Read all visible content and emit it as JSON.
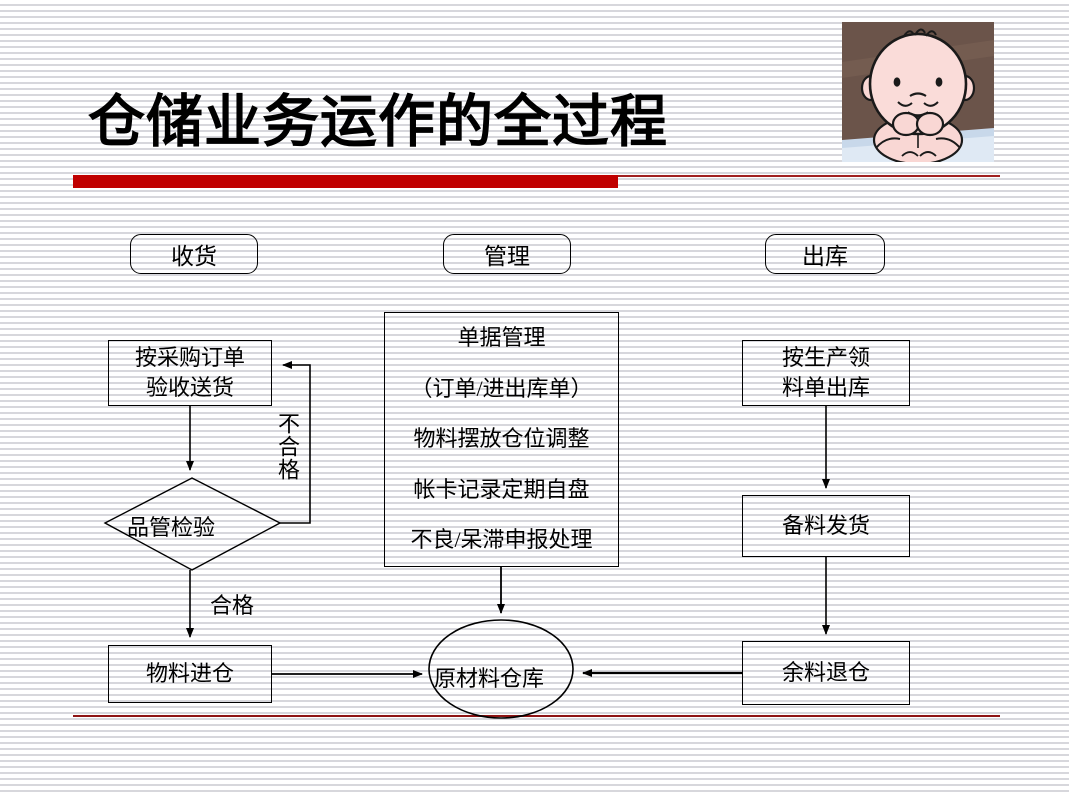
{
  "slide": {
    "title": "仓储业务运作的全过程",
    "accent_color": "#c00000",
    "background": "striped-white"
  },
  "decor": {
    "photo_alt": "baby-illustration",
    "photo_bg": "#6b544a"
  },
  "columns": [
    {
      "label": "收货"
    },
    {
      "label": "管理"
    },
    {
      "label": "出库"
    }
  ],
  "receiving": {
    "intake_line1": "按采购订单",
    "intake_line2": "验收送货",
    "inspection": "品管检验",
    "reject_label": "不合格",
    "pass_label": "合格",
    "stock_in": "物料进仓"
  },
  "management": {
    "lines": [
      "单据管理",
      "（订单/进出库单）",
      "物料摆放仓位调整",
      "帐卡记录定期自盘",
      "不良/呆滞申报处理"
    ]
  },
  "warehouse": {
    "label": "原材料仓库"
  },
  "issuing": {
    "pick_line1": "按生产领",
    "pick_line2": "料单出库",
    "prepare": "备料发货",
    "return": "余料退仓"
  }
}
